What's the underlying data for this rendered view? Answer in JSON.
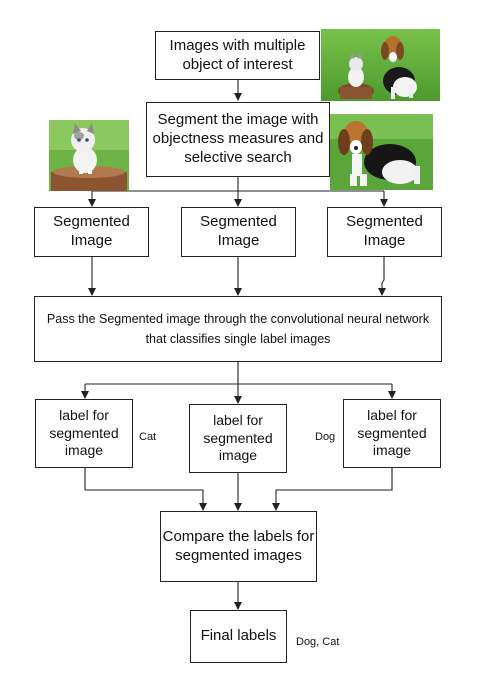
{
  "nodes": {
    "input": "Images with multiple object of interest",
    "segment": "Segment the image with objectness measures and selective search",
    "seg1": "Segmented Image",
    "seg2": "Segmented Image",
    "seg3": "Segmented Image",
    "cnn": "Pass the Segmented image through the convolutional neural network that classifies single label images",
    "label1": "label for segmented image",
    "label2": "label for segmented image",
    "label3": "label for segmented image",
    "compare": "Compare the labels for segmented images",
    "final": "Final labels"
  },
  "tags": {
    "cat": "Cat",
    "dog": "Dog",
    "final": "Dog, Cat"
  },
  "images": {
    "top_photo": "cat-and-dog-photo",
    "cat_photo": "cat-photo",
    "dog_photo": "dog-photo"
  }
}
